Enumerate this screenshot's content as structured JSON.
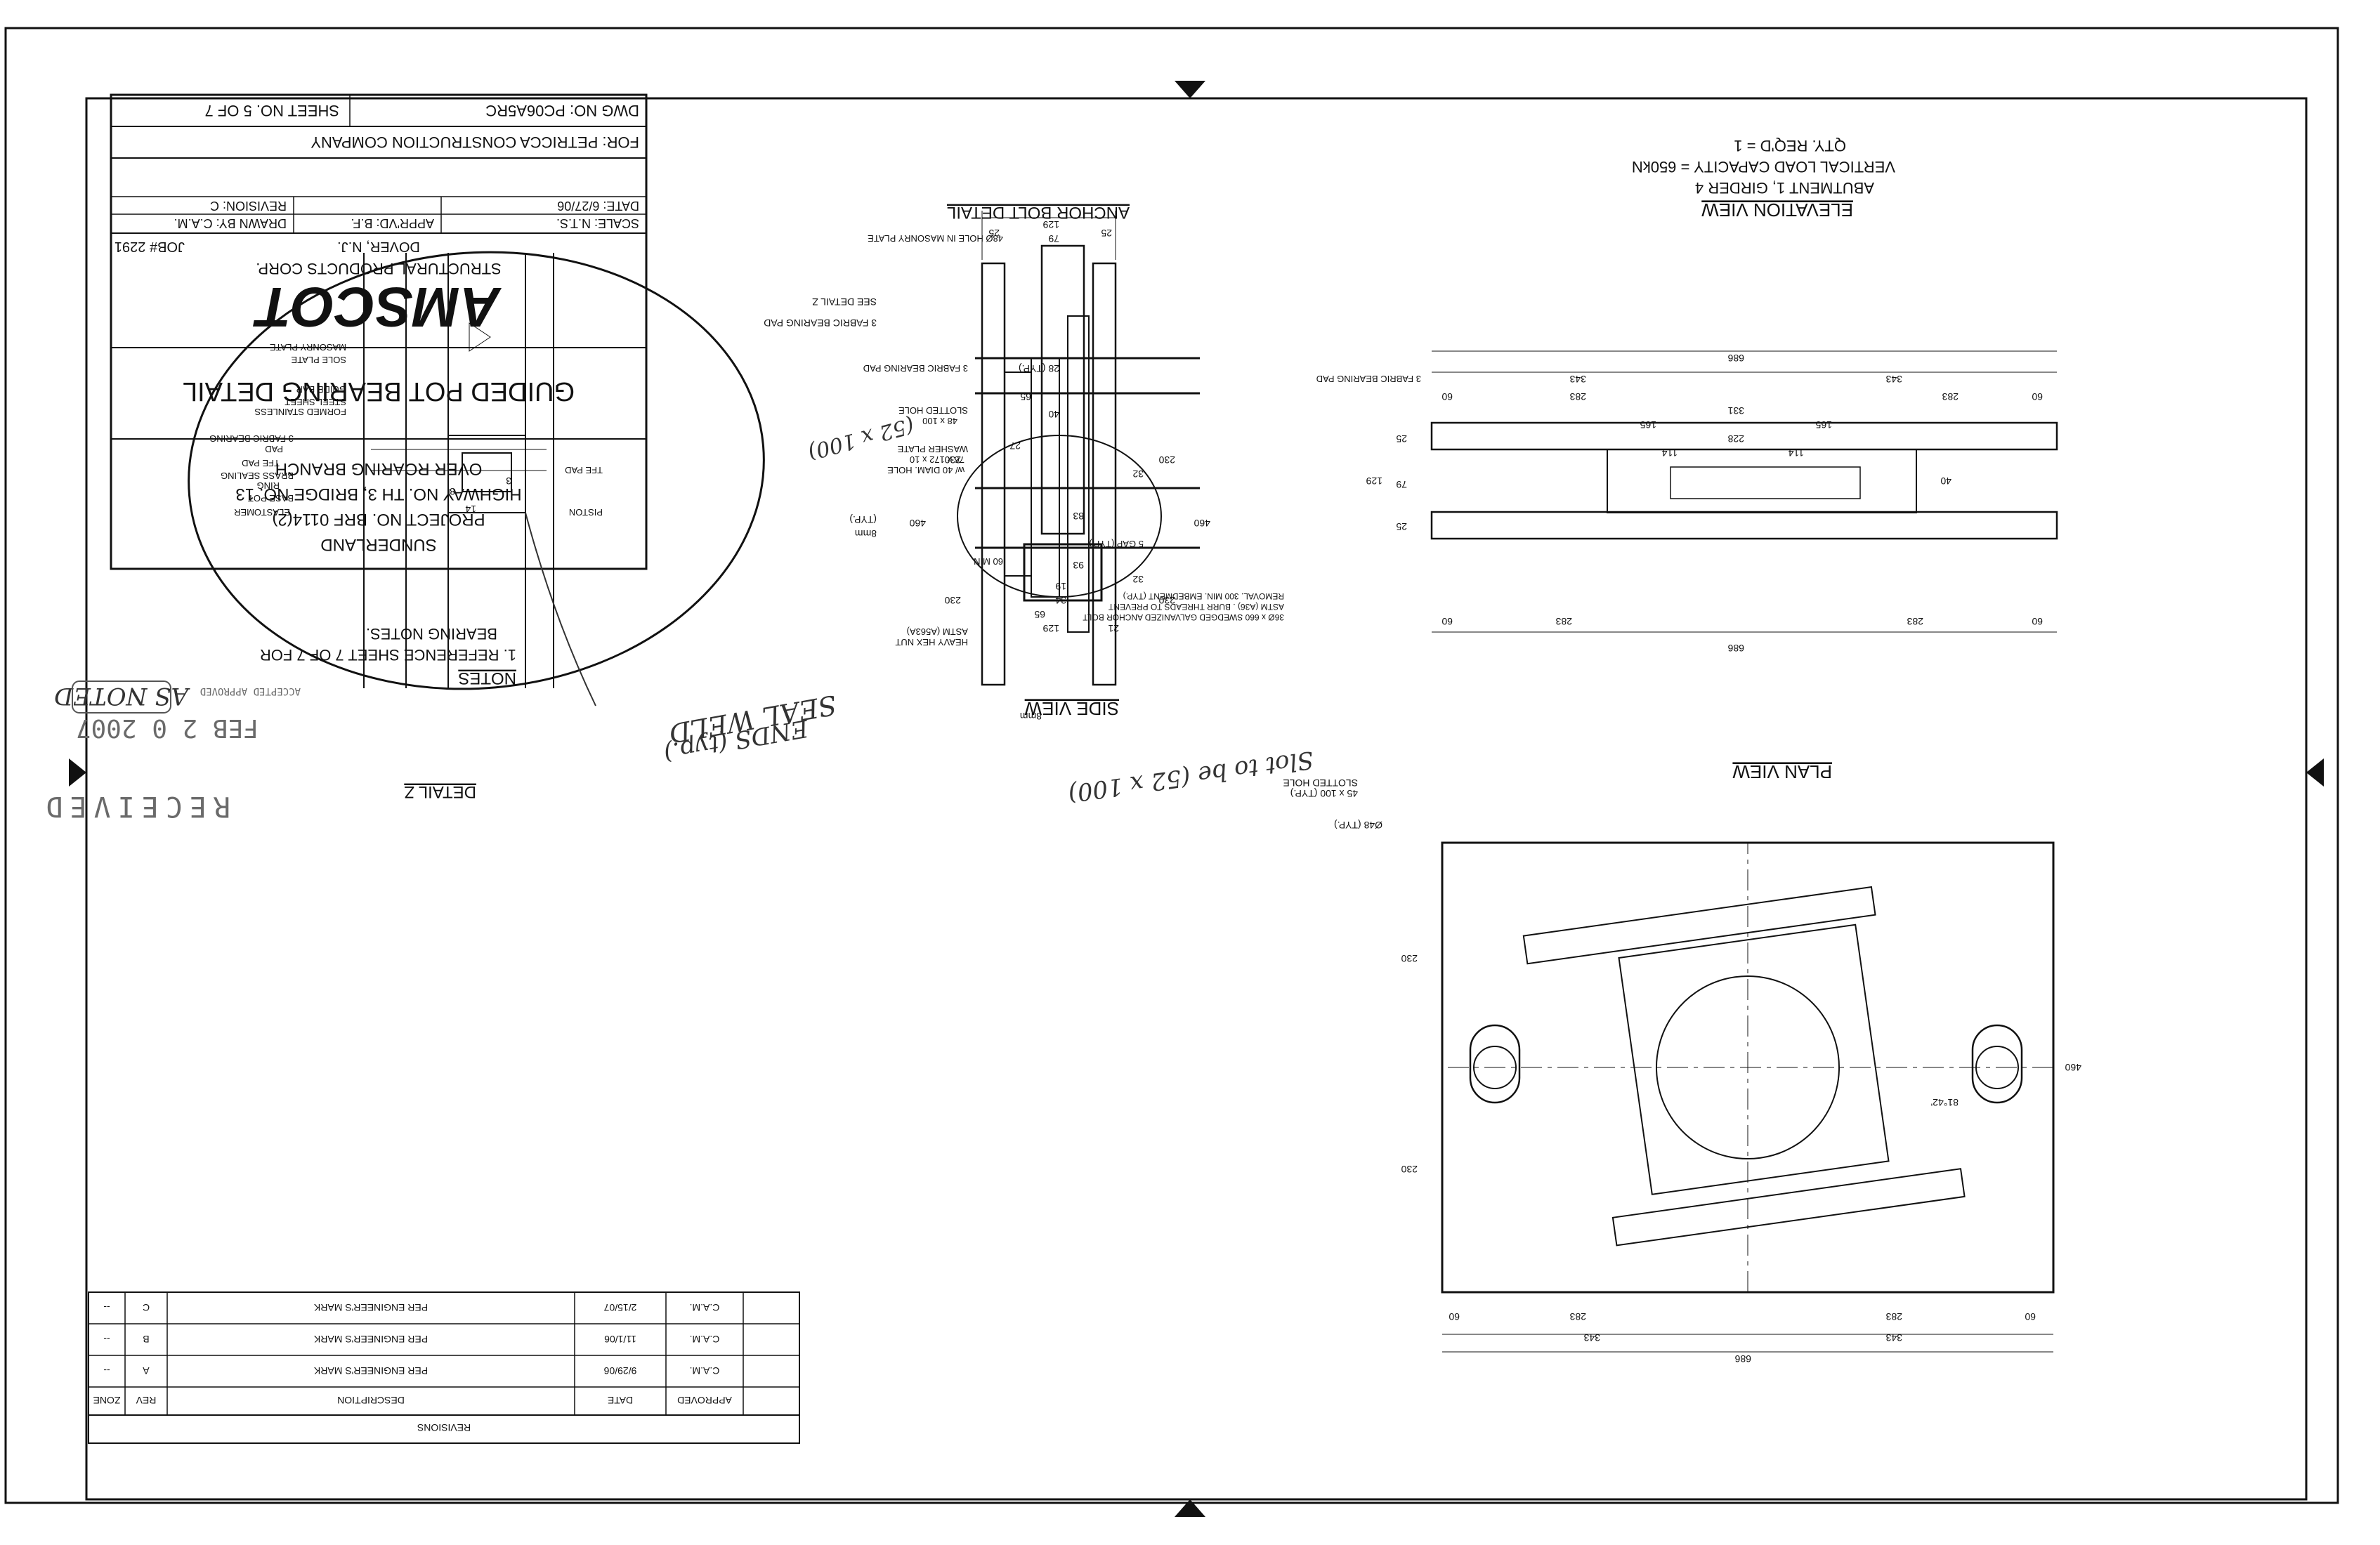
{
  "title_block": {
    "dwg_no": "DWG NO: PC06A5RC",
    "sheet_no": "SHEET NO. 5 OF 7",
    "for": "FOR: PETRICCA CONSTRUCTION COMPANY",
    "scale": "SCALE: N.T.S.",
    "date": "DATE: 6/27/06",
    "revision": "REVISION: C",
    "apprvd": "APPR'VD: B.F.",
    "drawn_by": "DRAWN BY: C.A.M.",
    "company": "AMSCOT",
    "company_sub": "STRUCTURAL PRODUCTS CORP.",
    "company_city": "DOVER, N.J.",
    "job": "JOB# 2291",
    "drawing_title": "GUIDED POT BEARING DETAIL",
    "project_lines": [
      "SUNDERLAND",
      "PROJECT NO. BRF 0114(2)",
      "HIGHWAY NO. TH 3, BRIDGE NO. 13",
      "OVER ROARING BRANCH"
    ]
  },
  "notes": {
    "heading": "NOTES",
    "line1": "1. REFERENCE SHEET 7 OF 7 FOR",
    "line2": "BEARING NOTES."
  },
  "revisions": {
    "title": "REVISIONS",
    "headers": [
      "ZONE",
      "REV",
      "DESCRIPTION",
      "DATE",
      "APPROVED"
    ],
    "rows": [
      [
        "--",
        "A",
        "PER ENGINEER'S MARK",
        "9/29/06",
        "C.A.M."
      ],
      [
        "--",
        "B",
        "PER ENGINEER'S MARK",
        "11/1/06",
        "C.A.M."
      ],
      [
        "--",
        "C",
        "PER ENGINEER'S MARK",
        "2/15/07",
        "C.A.M."
      ]
    ]
  },
  "elevation_view": {
    "title": "ELEVATION VIEW",
    "sub1": "ABUTMENT 1, GIRDER 4",
    "sub2": "VERTICAL LOAD CAPACITY = 650kN",
    "sub3": "QTY. REQ'D = 1",
    "dim_top": "686",
    "dim_left_half": "343",
    "dim_right_half": "343",
    "dim_60a": "60",
    "dim_283a": "283",
    "dim_60b": "60",
    "dim_283b": "283",
    "dim_331": "331",
    "dim_165a": "165",
    "dim_165b": "165",
    "dim_228": "228",
    "dim_114a": "114",
    "dim_114b": "114",
    "dim_25a": "25",
    "dim_25b": "25",
    "dim_129": "129",
    "dim_79": "79",
    "dim_40": "40",
    "dim_686_bottom": "686",
    "dim_283c": "283",
    "dim_283d": "283",
    "dim_60c": "60",
    "dim_60d": "60",
    "label_pad": "3 FABRIC BEARING PAD"
  },
  "plan_view": {
    "title": "PLAN VIEW",
    "slotted_hole": "SLOTTED HOLE",
    "slot_size": "45 x 100 (TYP.)",
    "dia_48": "Ø48 (TYP.)",
    "dim_460": "460",
    "dim_230a": "230",
    "dim_230b": "230",
    "dim_686": "686",
    "dim_343a": "343",
    "dim_343b": "343",
    "dim_60a": "60",
    "dim_60b": "60",
    "dim_283a": "283",
    "dim_283b": "283",
    "skew": "81°42'",
    "hand_note": "Slot to be (52 x 100)"
  },
  "anchor_bolt": {
    "title": "ANCHOR BOLT DETAIL",
    "hole": "48Ø HOLE IN MASONRY PLATE",
    "pad": "3 FABRIC BEARING PAD",
    "slotted": "SLOTTED HOLE",
    "slot_size": "48 x 100",
    "washer": "WASHER PLATE",
    "washer_size": "76 x 172 x 10",
    "washer_hole": "w/ 40 DIAM. HOLE",
    "gap": "5 GAP (TYP.)",
    "min60": "60 MIN.",
    "bolt1": "36Ø x 660 SWEDGED GALVANIZED ANCHOR BOLT",
    "bolt2": "ASTM   (A36) . BURR THREADS TO PREVENT",
    "bolt3": "REMOVAL. 300 MIN. EMBEDMENT (TYP.)",
    "nut1": "HEAVY HEX NUT",
    "nut2": "ASTM (A563A)",
    "hand_note": "(52 x 100)"
  },
  "side_view": {
    "title": "SIDE VIEW",
    "see_detail": "SEE DETAIL Z",
    "pad": "3 FABRIC BEARING PAD",
    "dim_129top": "129",
    "dim_25a": "25",
    "dim_79": "79",
    "dim_25b": "25",
    "dim_28": "28 (TYP.)",
    "dim_65": "65",
    "dim_40": "40",
    "dim_27": "27",
    "dim_32a": "32",
    "dim_32b": "32",
    "dim_230a": "230",
    "dim_230b": "230",
    "dim_230c": "230",
    "dim_230d": "230",
    "dim_460a": "460",
    "dim_460b": "460",
    "dim_83": "83",
    "dim_93": "93",
    "dim_19": "19",
    "dim_34": "34",
    "dim_65b": "65",
    "dim_129bot": "129",
    "dim_21": "21",
    "weld": "8mm",
    "weld_typ": "(TYP.)"
  },
  "detail_z": {
    "title": "DETAIL Z",
    "labels": [
      "MASONRY PLATE",
      "SOLE PLATE",
      "GUIDE BAR",
      "STEEL SHEET",
      "FORMED STAINLESS",
      "3 FABRIC BEARING",
      "PAD",
      "TFE PAD",
      "BRASS SEALING",
      "RING",
      "BASE POT",
      "ELASTOMER",
      "PISTON",
      "TFE PAD"
    ],
    "dim_3": "3",
    "dim_8": "8",
    "dim_14": "14",
    "hand_note1": "SEAL WELD",
    "hand_note2": "ENDS (typ.)"
  },
  "stamp": {
    "received": "RECEIVED",
    "date": "FEB 2 0 2007",
    "noted": "AS NOTED",
    "line": "ACCEPTED  APPROVED"
  },
  "colors": {
    "ink": "#111111",
    "stamp": "#6a6a6a"
  }
}
